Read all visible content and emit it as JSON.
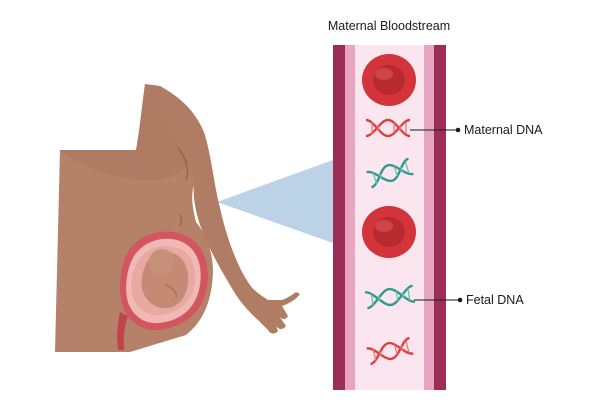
{
  "title": "Maternal Bloodstream",
  "labels": {
    "maternal_dna": "Maternal DNA",
    "fetal_dna": "Fetal DNA"
  },
  "colors": {
    "skin": "#b58269",
    "skin_shadow": "#a06f58",
    "vessel_wall": "#9c2e55",
    "vessel_inner": "#e9a8c4",
    "plasma": "#fbe7ef",
    "rbc": "#d2343a",
    "maternal_dna": "#d9403f",
    "fetal_dna": "#2d9a8e",
    "zoom_cone": "#b9cfe3"
  }
}
